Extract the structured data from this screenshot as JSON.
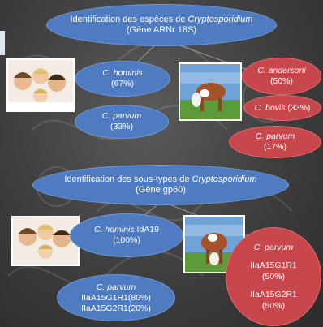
{
  "section1": {
    "title_prefix": "Identification  des espèces de ",
    "title_italic": "Cryptosporidium",
    "subtitle": "(Gène ARNr 18S)"
  },
  "species": [
    {
      "name": "C. hominis",
      "pct": "(67%)",
      "color": "#4f7cc0"
    },
    {
      "name": "C. parvum",
      "pct": "(33%)",
      "color": "#4f7cc0"
    },
    {
      "name": "C. andersoni",
      "pct": "(50%)",
      "color": "#c7474c"
    },
    {
      "name": "C. bovis",
      "pct": "(33%)",
      "color": "#c7474c"
    },
    {
      "name": "C. parvum",
      "pct": "(17%)",
      "color": "#c7474c"
    }
  ],
  "section2": {
    "title_prefix": "Identification  des sous-types de ",
    "title_italic": "Cryptosporidium",
    "subtitle": "(Gène gp60)"
  },
  "subtypes": {
    "human_hominis": {
      "name": "C. hominis",
      "code": "IdA19",
      "pct": "(100%)"
    },
    "human_parvum": {
      "name": "C. parvum",
      "line1": "IIaA15G1R1(80%)",
      "line2": "IIaA15G2R1(20%)"
    },
    "cattle_parvum": {
      "name": "C. parvum",
      "line1": "IIaA15G1R1",
      "pct1": "(50%)",
      "line2": "IIaA15G2R1",
      "pct2": "(50%)"
    }
  }
}
